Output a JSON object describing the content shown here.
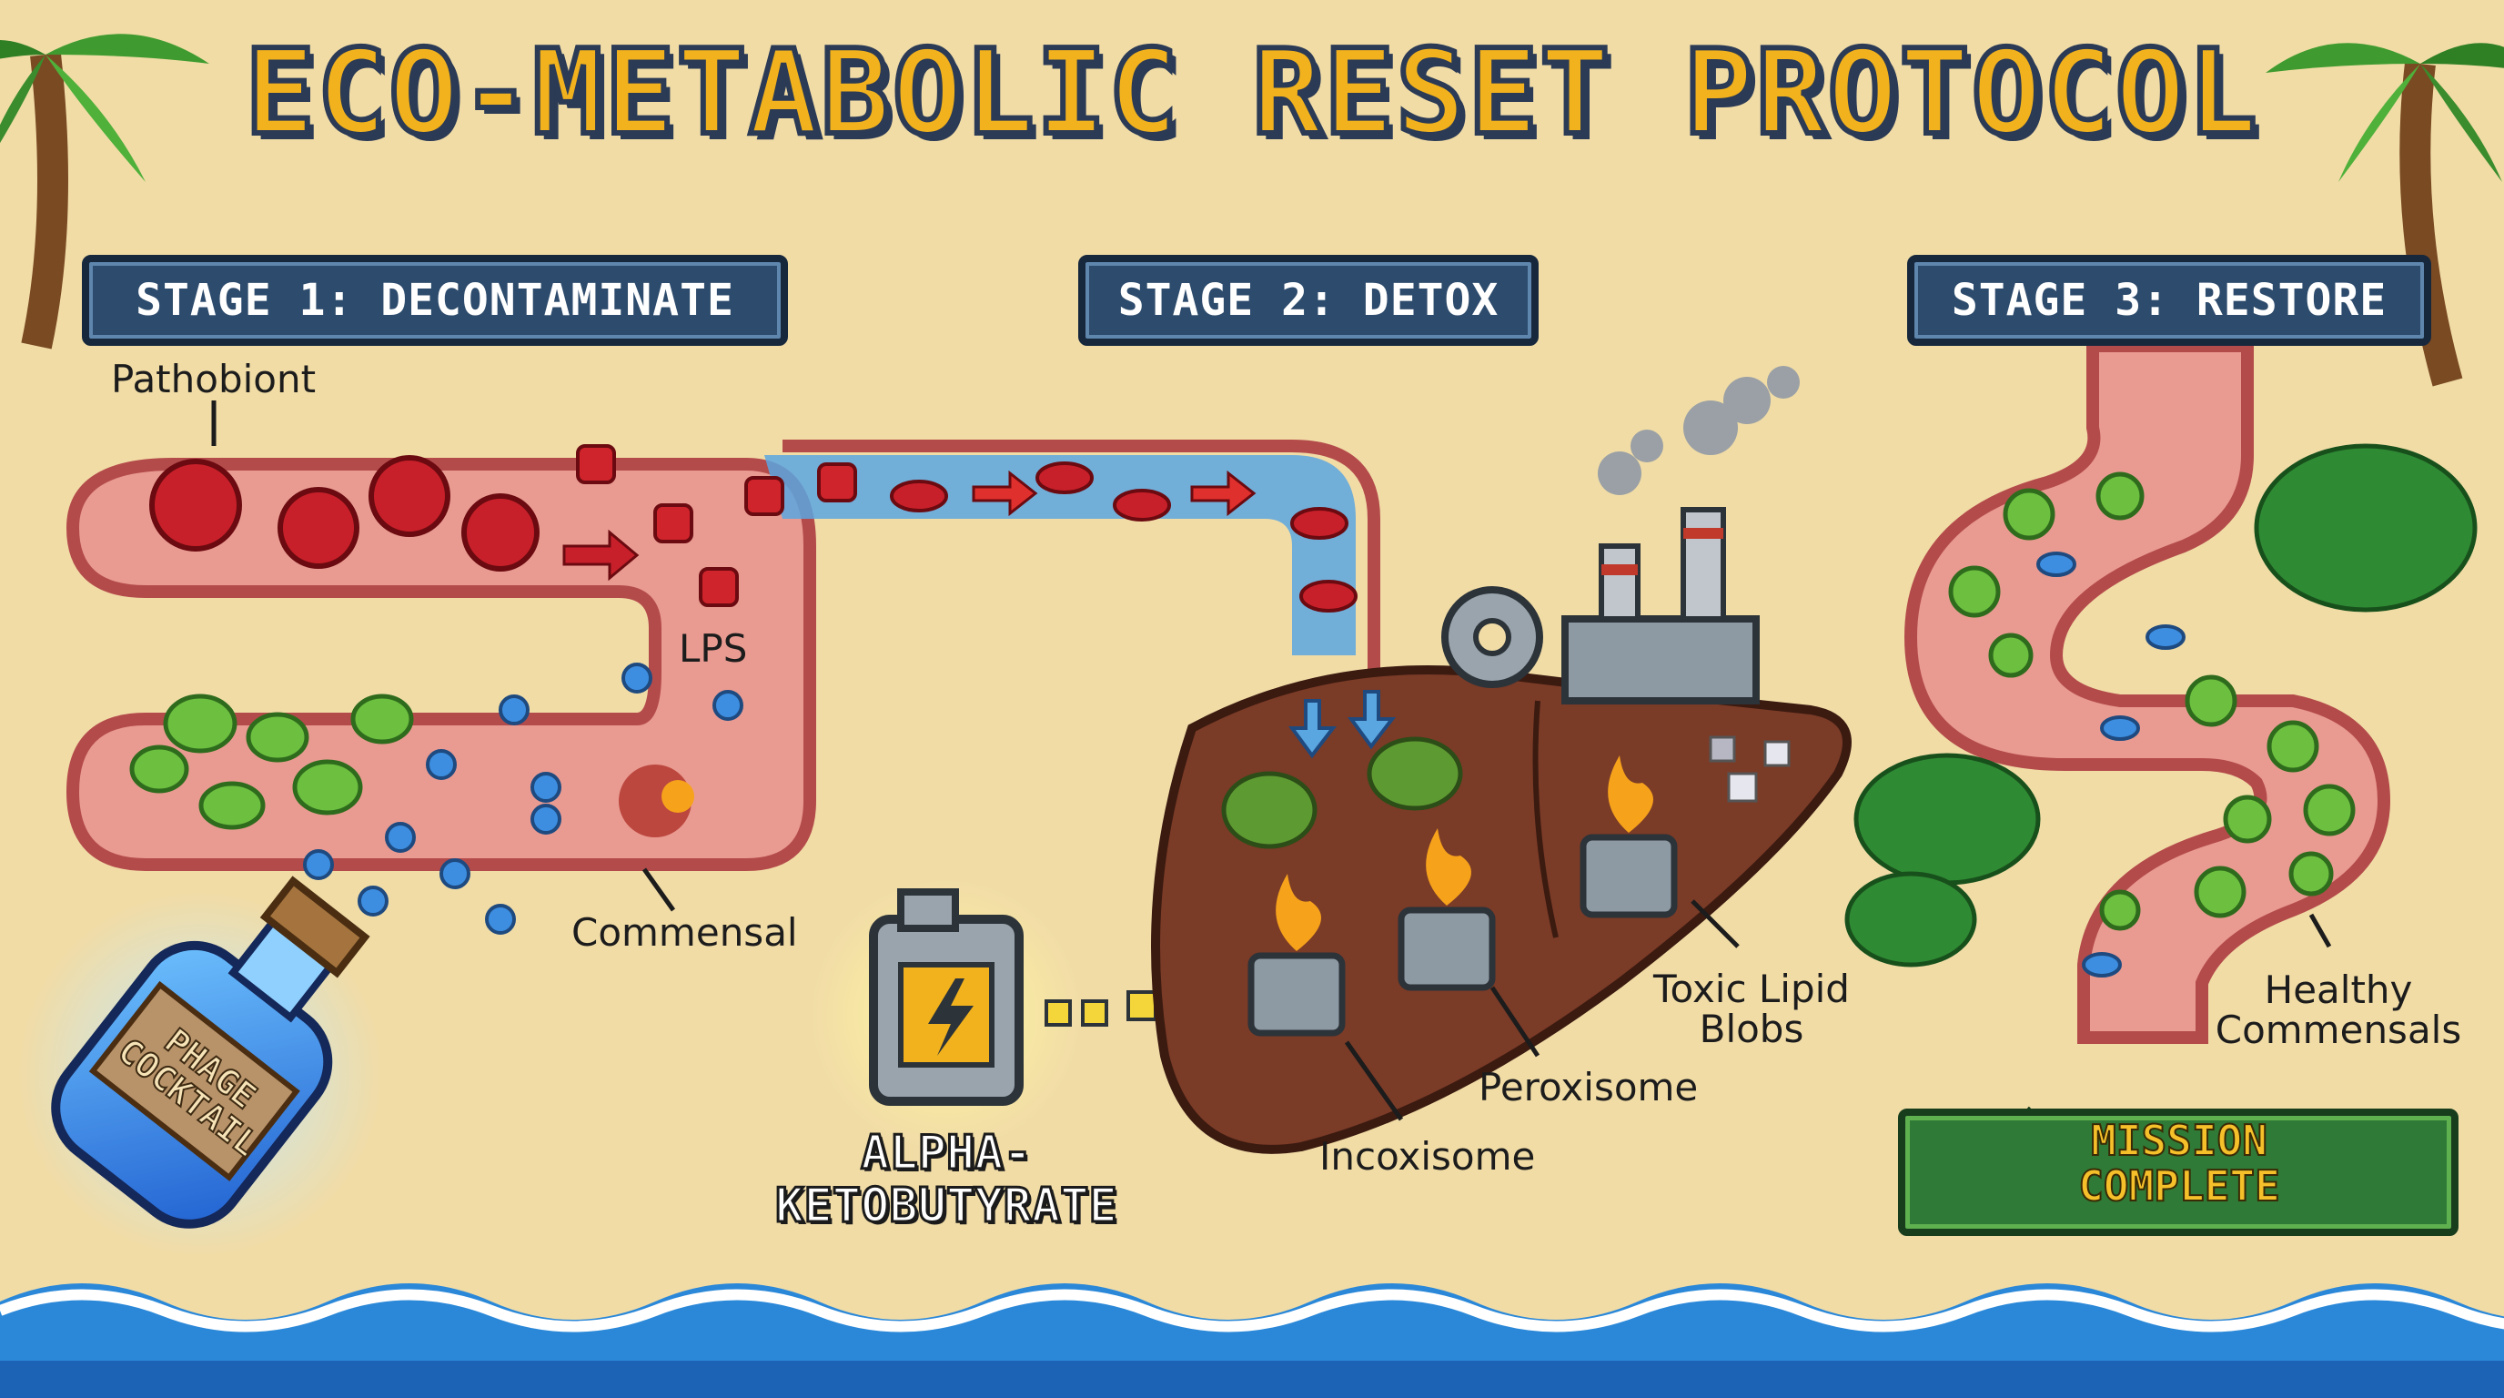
{
  "title": "ECO-METABOLIC RESET PROTOCOL",
  "stages": [
    {
      "label": "STAGE 1: DECONTAMINATE"
    },
    {
      "label": "STAGE 2: DETOX"
    },
    {
      "label": "STAGE 3: RESTORE"
    }
  ],
  "labels": {
    "pathobiont": "Pathobiont",
    "lps": "LPS",
    "commensal": "Commensal",
    "phage_line1": "PHAGE",
    "phage_line2": "COCKTAIL",
    "akb_line1": "ALPHA-",
    "akb_line2": "KETOBUTYRATE",
    "toxic_line1": "Toxic Lipid",
    "toxic_line2": "Blobs",
    "peroxisome": "Peroxisome",
    "incoxisome": "Incoxisome",
    "healthy_line1": "Healthy",
    "healthy_line2": "Commensals",
    "mission_line1": "MISSION",
    "mission_line2": "COMPLETE"
  },
  "icons": [
    "palm-tree-icon",
    "pathobiont-icon",
    "skull-icon",
    "red-blood-cell-icon",
    "arrow-right-icon",
    "phage-icon",
    "commensal-bacteria-icon",
    "bottle-icon",
    "fuel-can-icon",
    "lightning-icon",
    "liver-icon",
    "factory-icon",
    "gear-icon",
    "organelle-burner-icon",
    "flame-icon",
    "smoke-icon",
    "lipid-blob-icon",
    "checkmark-icon",
    "thumbs-up-icon",
    "ocean-wave-icon"
  ],
  "colors": {
    "sand": "#f1dca6",
    "gut": "#cf6a66",
    "gut_inner": "#e99b91",
    "blood_flow": "#5aa6e0",
    "liver": "#7a3b27",
    "title_gold": "#f2b21d",
    "stage_box": "#2d4b6c",
    "commensal": "#6cbf3f",
    "pathogen": "#c8202a",
    "ocean": "#2b88d8"
  }
}
